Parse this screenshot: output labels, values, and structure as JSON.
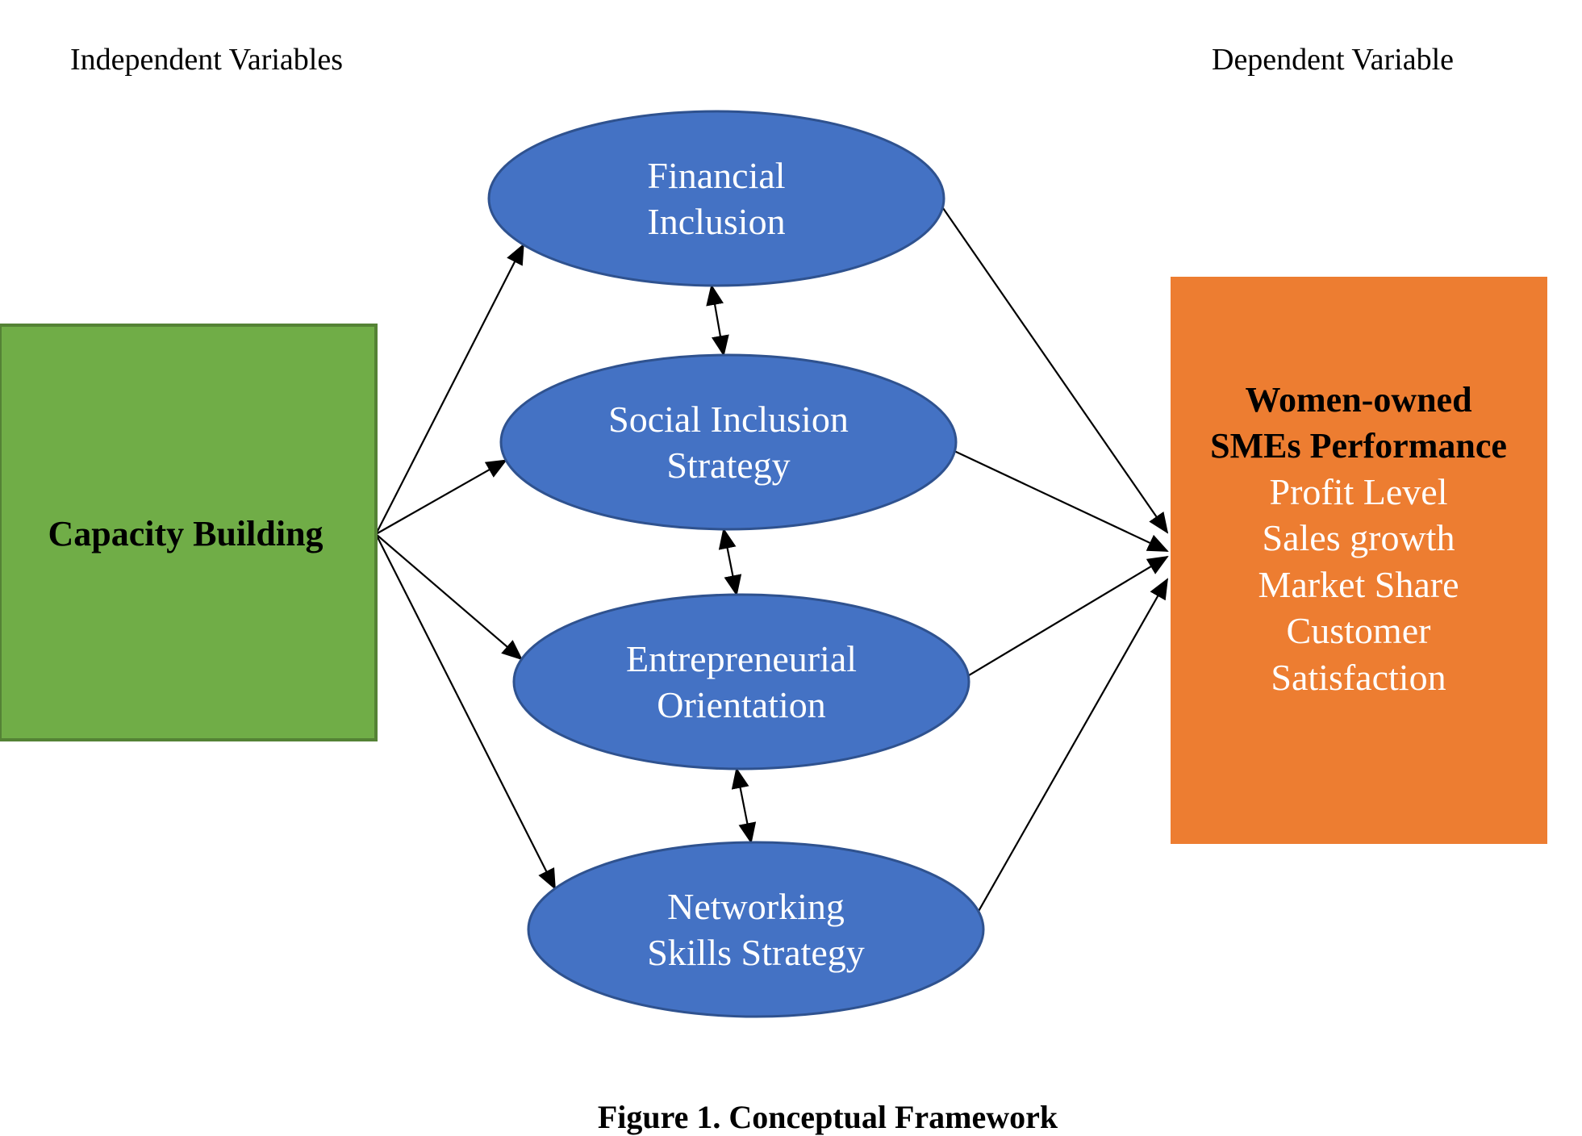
{
  "headers": {
    "independent": "Independent Variables",
    "dependent": "Dependent Variable"
  },
  "colors": {
    "independent_box": "#70ad47",
    "independent_border": "#548235",
    "mediator_fill": "#4472c4",
    "mediator_border": "#2f528f",
    "dependent_box": "#ed7d31",
    "arrow": "#000000"
  },
  "independent_node": {
    "id": "capacity_building",
    "label": "Capacity Building"
  },
  "mediators": [
    {
      "id": "financial_inclusion",
      "lines": [
        "Financial",
        "Inclusion"
      ]
    },
    {
      "id": "social_inclusion",
      "lines": [
        "Social Inclusion",
        "Strategy"
      ]
    },
    {
      "id": "entrepreneurial_orientation",
      "lines": [
        "Entrepreneurial",
        "Orientation"
      ]
    },
    {
      "id": "networking_skills",
      "lines": [
        "Networking",
        "Skills Strategy"
      ]
    }
  ],
  "dependent_node": {
    "id": "sme_performance",
    "title_lines": [
      "Women-owned",
      "SMEs Performance"
    ],
    "items": [
      "Profit Level",
      "Sales growth",
      "Market Share",
      "Customer",
      "Satisfaction"
    ]
  },
  "edges": [
    {
      "from": "capacity_building",
      "to": "financial_inclusion",
      "type": "directed"
    },
    {
      "from": "capacity_building",
      "to": "social_inclusion",
      "type": "directed"
    },
    {
      "from": "capacity_building",
      "to": "entrepreneurial_orientation",
      "type": "directed"
    },
    {
      "from": "capacity_building",
      "to": "networking_skills",
      "type": "directed"
    },
    {
      "from": "financial_inclusion",
      "to": "social_inclusion",
      "type": "bidirectional"
    },
    {
      "from": "social_inclusion",
      "to": "entrepreneurial_orientation",
      "type": "bidirectional"
    },
    {
      "from": "entrepreneurial_orientation",
      "to": "networking_skills",
      "type": "bidirectional"
    },
    {
      "from": "financial_inclusion",
      "to": "sme_performance",
      "type": "directed"
    },
    {
      "from": "social_inclusion",
      "to": "sme_performance",
      "type": "directed"
    },
    {
      "from": "entrepreneurial_orientation",
      "to": "sme_performance",
      "type": "directed"
    },
    {
      "from": "networking_skills",
      "to": "sme_performance",
      "type": "directed"
    }
  ],
  "caption": "Figure 1. Conceptual Framework"
}
